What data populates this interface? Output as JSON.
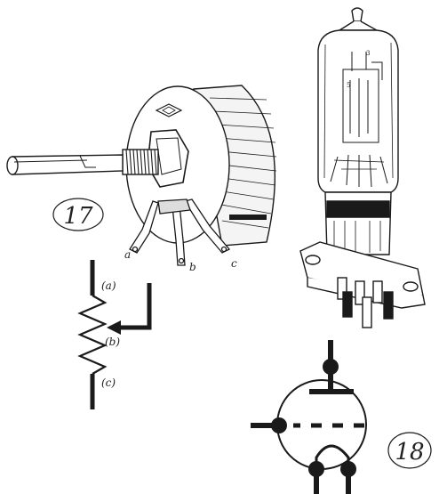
{
  "labels": {
    "figure_17": "17",
    "figure_18": "18",
    "pin_a": "a",
    "pin_b": "b",
    "pin_c": "c",
    "sym_a": "(a)",
    "sym_b": "(b)",
    "sym_c": "(c)"
  },
  "colors": {
    "ink": "#1a1a1a",
    "paper": "#ffffff",
    "shade": "#555555"
  }
}
